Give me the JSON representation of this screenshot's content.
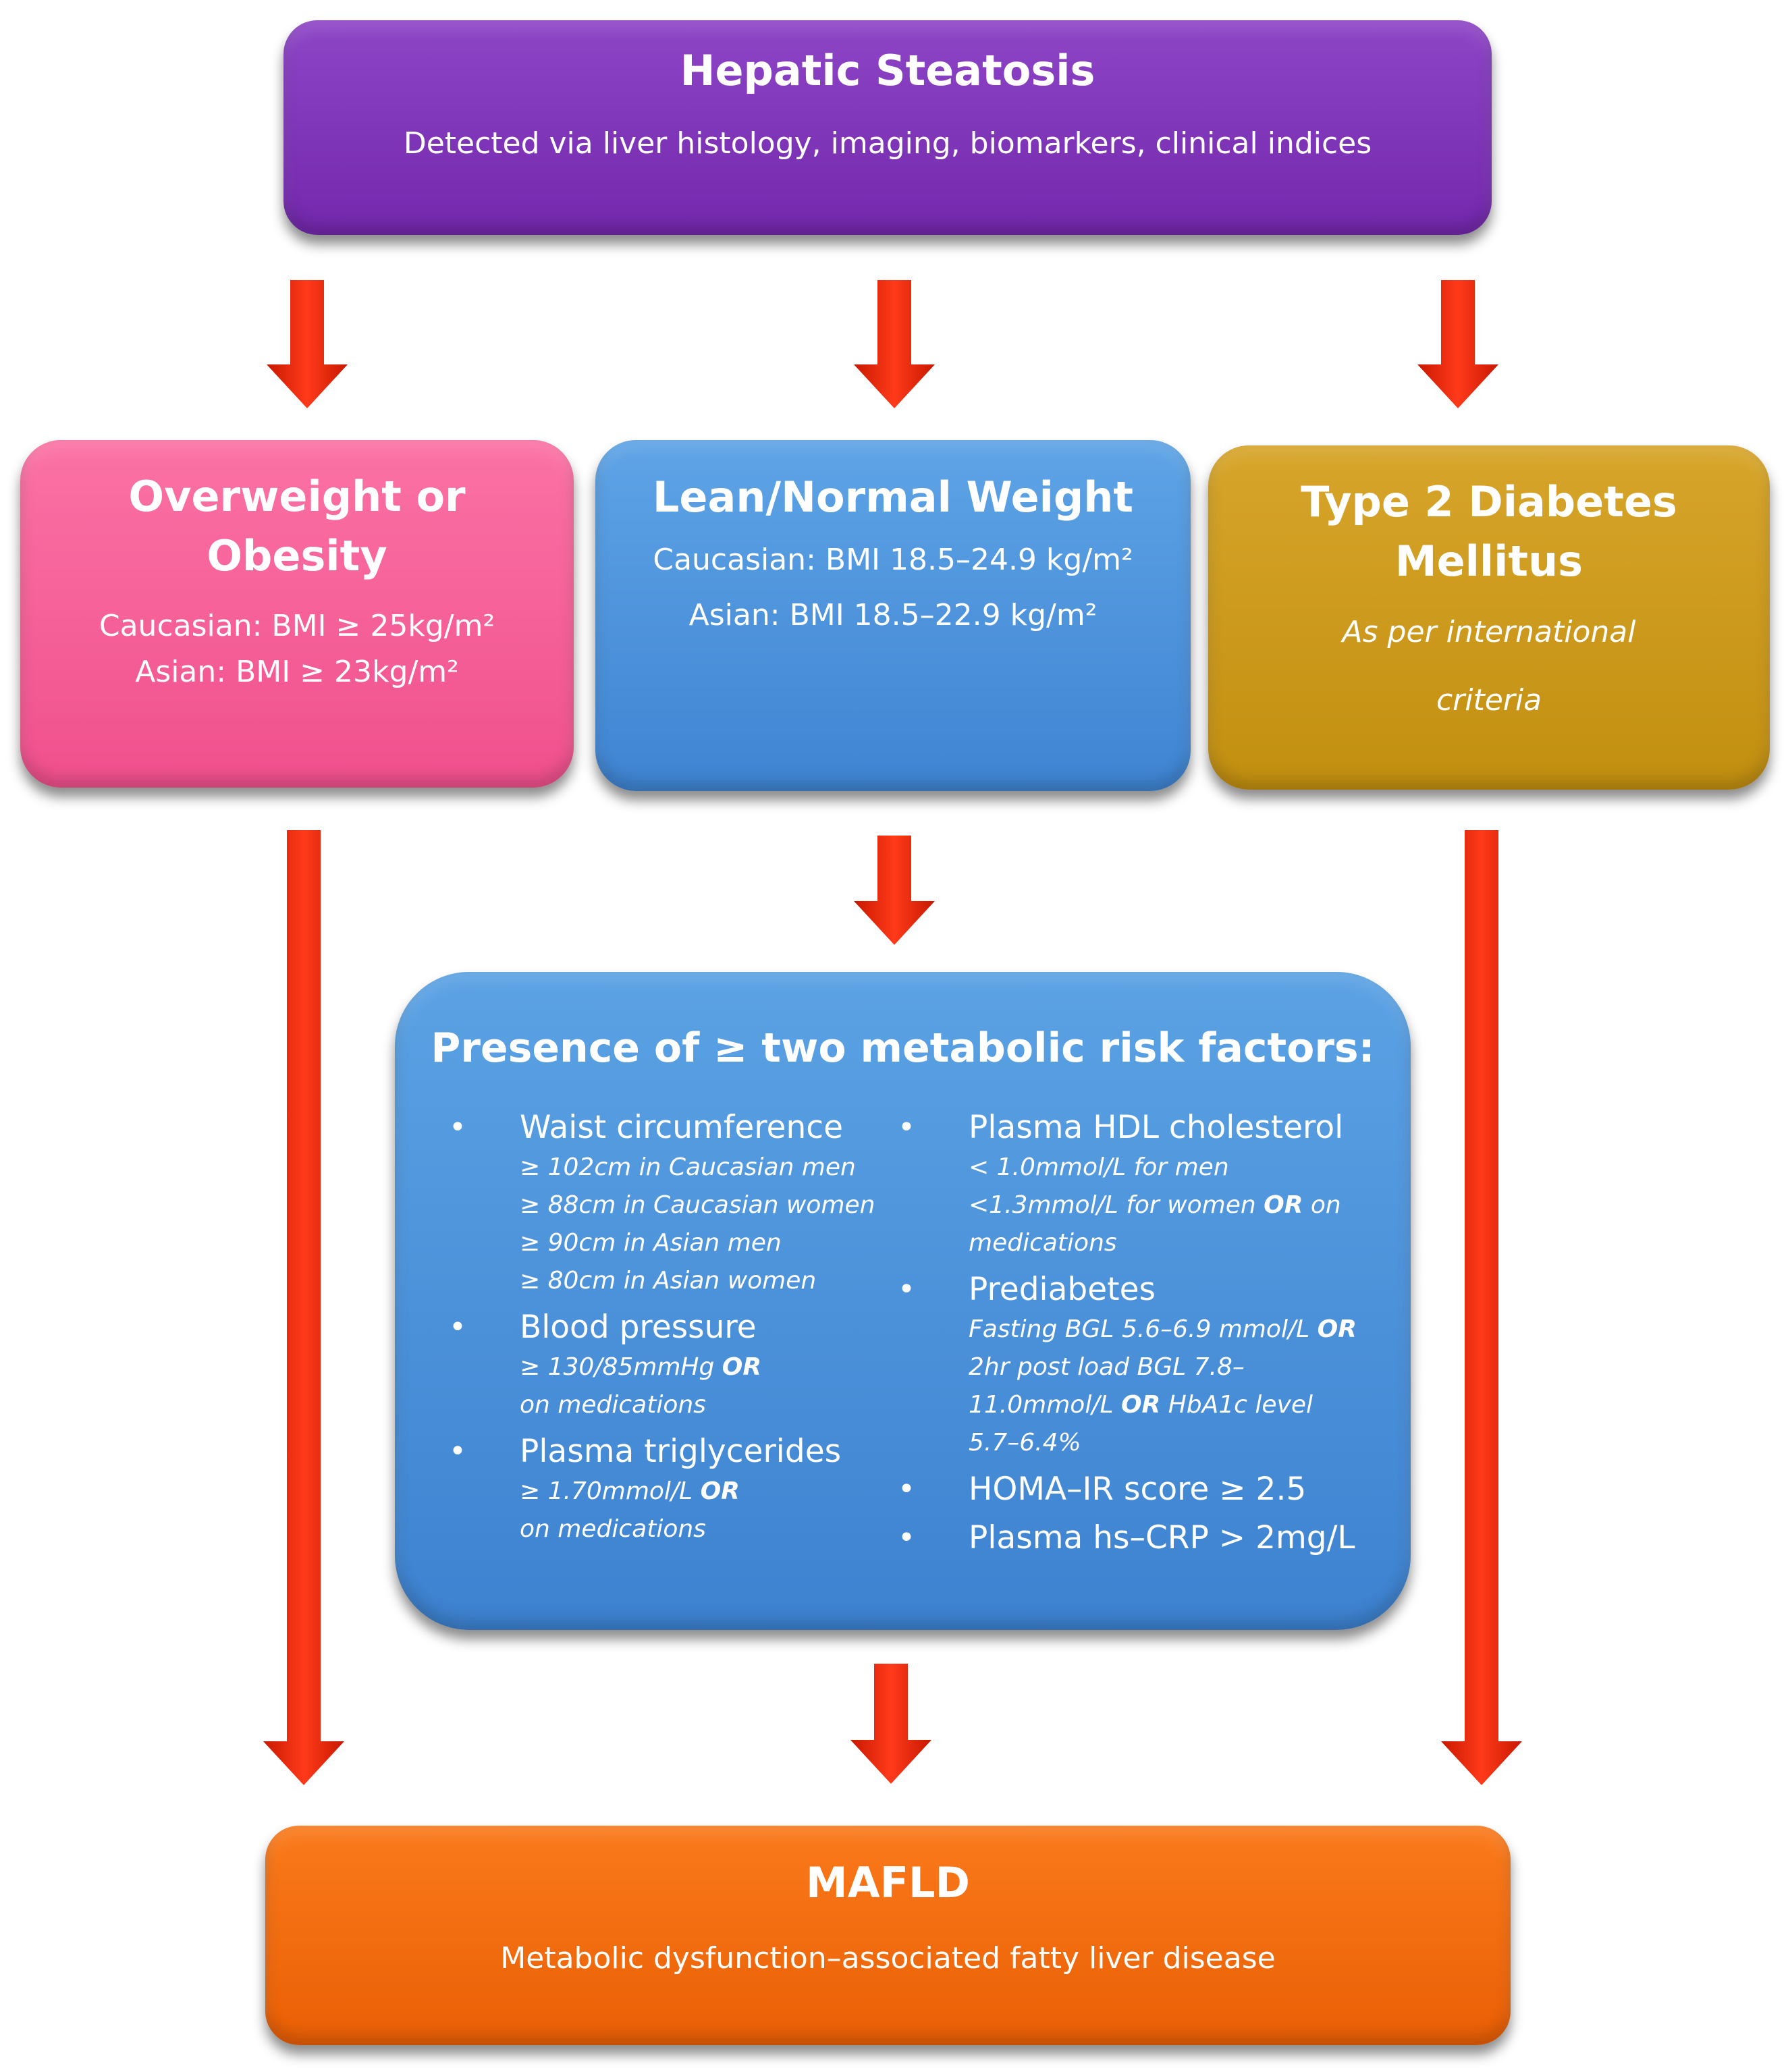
{
  "top": {
    "title": "Hepatic Steatosis",
    "subtitle": "Detected via liver histology, imaging, biomarkers, clinical indices"
  },
  "overweight": {
    "title_line1": "Overweight or",
    "title_line2": "Obesity",
    "crit1": "Caucasian: BMI ≥ 25kg/m²",
    "crit2": "Asian: BMI ≥ 23kg/m²"
  },
  "lean": {
    "title": "Lean/Normal Weight",
    "crit1": "Caucasian: BMI 18.5–24.9 kg/m²",
    "crit2": "Asian: BMI 18.5–22.9 kg/m²"
  },
  "t2d": {
    "title_line1": "Type 2 Diabetes",
    "title_line2": "Mellitus",
    "note_line1": "As per international",
    "note_line2": "criteria"
  },
  "risk": {
    "title": "Presence of ≥ two metabolic risk factors:",
    "bullet": "•",
    "left": [
      {
        "name": "Waist circumference",
        "details": [
          "≥ 102cm in Caucasian men",
          "≥ 88cm in Caucasian women",
          "≥ 90cm in Asian men",
          "≥ 80cm in Asian women"
        ]
      },
      {
        "name": "Blood pressure",
        "details": [
          "≥ 130/85mmHg ",
          "OR",
          "on medications"
        ]
      },
      {
        "name": "Plasma triglycerides",
        "details": [
          "≥ 1.70mmol/L ",
          "OR",
          "on medications"
        ]
      }
    ],
    "right": [
      {
        "name": "Plasma HDL cholesterol",
        "details": [
          "< 1.0mmol/L for men",
          "<1.3mmol/L for women ",
          "OR",
          " on",
          "medications"
        ]
      },
      {
        "name": "Prediabetes",
        "details": [
          "Fasting BGL 5.6–6.9 mmol/L ",
          "OR",
          "2hr post load BGL 7.8–",
          "11.0mmol/L ",
          "OR",
          " HbA1c level",
          "5.7–6.4%"
        ]
      },
      {
        "name": "HOMA–IR score ≥ 2.5"
      },
      {
        "name": "Plasma hs–CRP > 2mg/L"
      }
    ]
  },
  "mafld": {
    "title": "MAFLD",
    "subtitle": "Metabolic dysfunction–associated fatty liver disease"
  },
  "colors": {
    "arrow": "#e8240c",
    "top": "#7f35b8",
    "overweight": "#f55d96",
    "lean": "#4a8fd9",
    "t2d": "#cc9a17",
    "mafld": "#f06b0d"
  }
}
